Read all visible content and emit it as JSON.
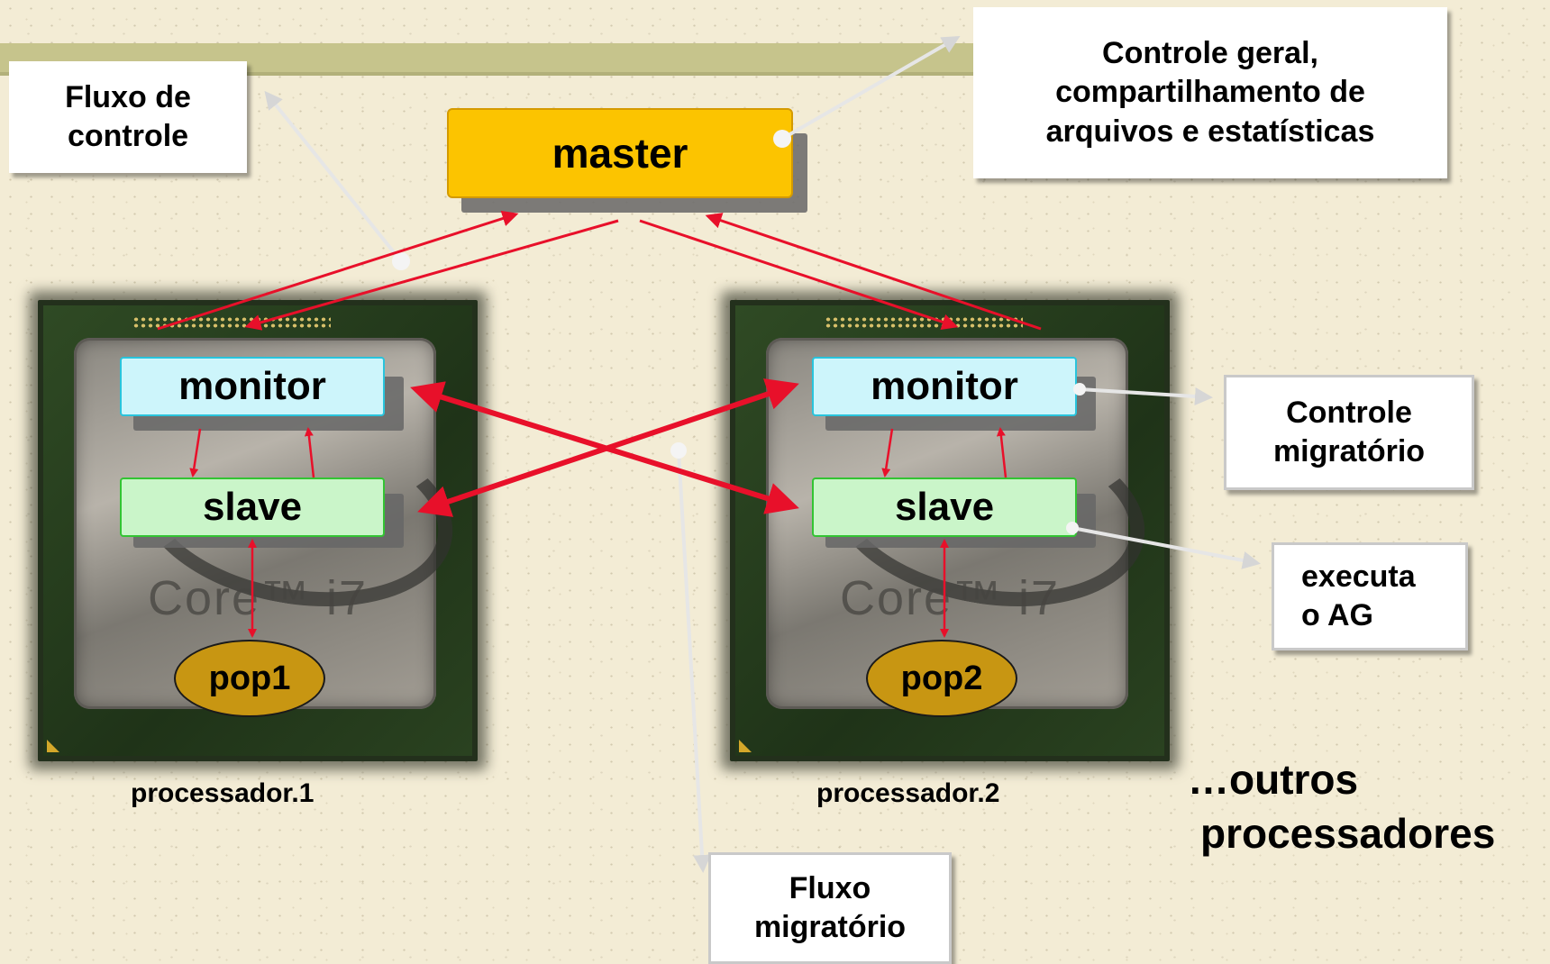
{
  "nodes": {
    "master": "master",
    "monitor1": "monitor",
    "slave1": "slave",
    "pop1": "pop1",
    "monitor2": "monitor",
    "slave2": "slave",
    "pop2": "pop2"
  },
  "processors": {
    "p1_label": "processador.1",
    "p2_label": "processador.2",
    "chip_brand": "Core™ i7"
  },
  "callouts": {
    "control_flow": [
      "Fluxo de",
      "controle"
    ],
    "general_control": [
      "Controle geral,",
      "compartilhamento de",
      "arquivos e estatísticas"
    ],
    "migratory_control": [
      "Controle",
      "migratório"
    ],
    "runs_ag": [
      "executa",
      "o AG"
    ],
    "migratory_flow": [
      "Fluxo",
      "migratório"
    ]
  },
  "other": [
    "…outros",
    "processadores"
  ],
  "colors": {
    "flow_arrow": "#e8102a",
    "master_fill": "#fcc400",
    "monitor_fill": "#cdf5fb",
    "slave_fill": "#caf5c9",
    "pop_fill": "#c89612"
  }
}
